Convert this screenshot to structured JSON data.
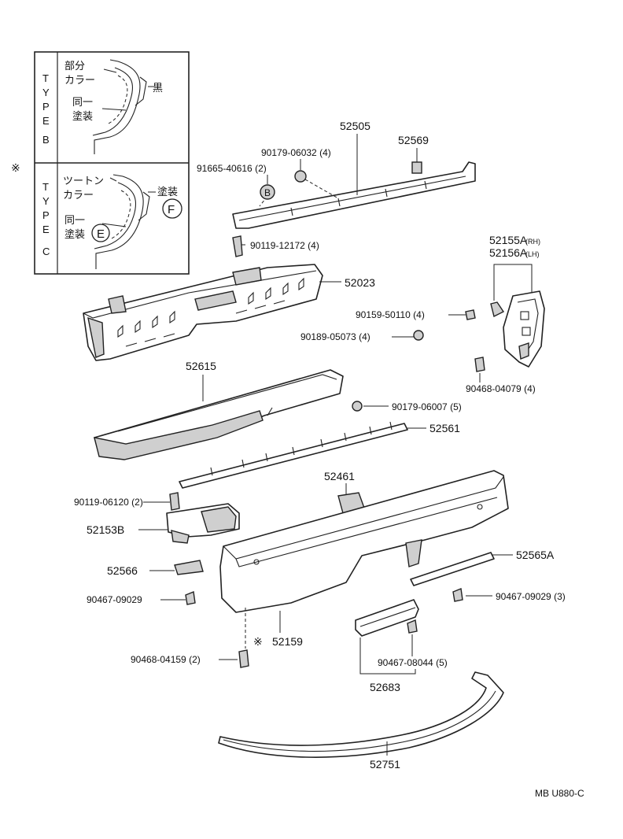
{
  "note_mark": "※",
  "inset": {
    "type_b": {
      "letters": [
        "T",
        "Y",
        "P",
        "E",
        "B"
      ],
      "label_partial": "部分",
      "label_color": "カラー",
      "label_black": "黒",
      "label_same": "同一",
      "label_paint": "塗装"
    },
    "type_c": {
      "letters": [
        "T",
        "Y",
        "P",
        "E",
        "C"
      ],
      "label_twotone": "ツートン",
      "label_color": "カラー",
      "label_paint_f": "塗装",
      "symbol_f": "F",
      "label_same": "同一",
      "label_paint": "塗装",
      "symbol_e": "E"
    }
  },
  "parts": {
    "p52505": "52505",
    "p52569": "52569",
    "p90179_06032": "90179-06032 (4)",
    "p91665_40616": "91665-40616 (2)",
    "symbol_b": "B",
    "p90119_12172": "90119-12172 (4)",
    "p52023": "52023",
    "p52155a": "52155A",
    "p52155a_side": "(RH)",
    "p52156a": "52156A",
    "p52156a_side": "(LH)",
    "p90159_50110": "90159-50110 (4)",
    "p90189_05073": "90189-05073 (4)",
    "p90468_04079": "90468-04079 (4)",
    "p52615": "52615",
    "p90179_06007": "90179-06007 (5)",
    "p52561": "52561",
    "p52461": "52461",
    "p90119_06120": "90119-06120 (2)",
    "p52153b": "52153B",
    "p52565a": "52565A",
    "p52566": "52566",
    "p90467_09029_left": "90467-09029",
    "p90467_09029_right": "90467-09029 (3)",
    "p52159": "52159",
    "p90468_04159": "90468-04159 (2)",
    "p90467_08044": "90467-08044 (5)",
    "p52683": "52683",
    "p52751": "52751"
  },
  "footer_code": "MB U880-C"
}
